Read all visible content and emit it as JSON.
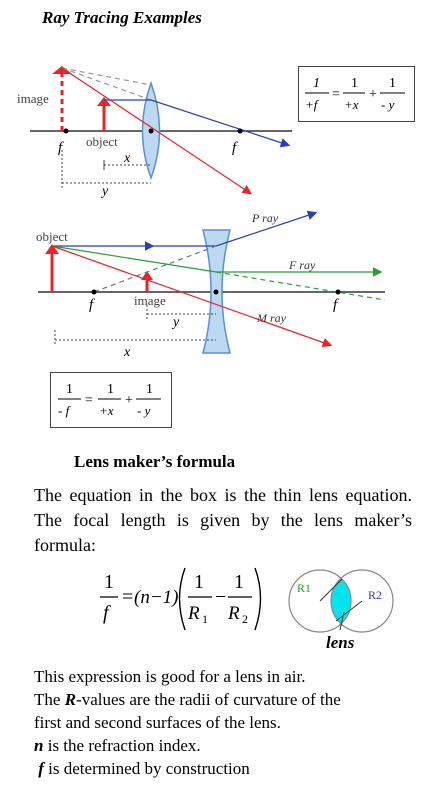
{
  "title": "Ray Tracing Examples",
  "diagram1": {
    "image_label": "image",
    "object_label": "object",
    "f_left": "f",
    "f_right": "f",
    "x_label": "x",
    "y_label": "y"
  },
  "formula1": {
    "lhs_num": "1",
    "lhs_den": "+f",
    "eq": "=",
    "t1_num": "1",
    "t1_den": "+x",
    "plus": "+",
    "t2_num": "1",
    "t2_den": "- y"
  },
  "diagram2": {
    "object_label": "object",
    "image_label": "image",
    "p_ray_label": "P ray",
    "f_ray_label": "F ray",
    "m_ray_label": "M ray",
    "f_left": "f",
    "f_right": "f",
    "y_label": "y",
    "x_label": "x"
  },
  "formula2": {
    "lhs_num": "1",
    "lhs_den": "- f",
    "eq": "=",
    "t1_num": "1",
    "t1_den": "+x",
    "plus": "+",
    "t2_num": "1",
    "t2_den": "- y"
  },
  "lens_maker": {
    "heading": "Lens maker’s formula",
    "paragraph": "The equation in the box is the thin lens equation. The focal length is given by the lens maker’s formula:",
    "formula": {
      "lhs_num": "1",
      "lhs_den": "f",
      "eq": "=",
      "n_term": "(n−1)",
      "r1_num": "1",
      "r1_den": "R",
      "r1_sub": "1",
      "minus": "−",
      "r2_num": "1",
      "r2_den": "R",
      "r2_sub": "2"
    },
    "circles": {
      "r1_label": "R1",
      "r2_label": "R2",
      "lens_label": "lens"
    }
  },
  "explanation": {
    "line1": "This expression is good for a lens in air.",
    "line2_bold": "R",
    "line2_rest": "-values are the radii of curvature of the",
    "line2_prefix": "The ",
    "line3": "first and second surfaces of the lens.",
    "line4_bold": "n",
    "line4_rest": " is the refraction index.",
    "line5_bold": "f",
    "line5_rest": " is determined by construction"
  },
  "colors": {
    "red": "#e8242a",
    "blue": "#2b3fb8",
    "green": "#2a9d3a",
    "lens_fill": "#bcd9f2",
    "lens_stroke": "#5a8fd0",
    "cyan": "#00e5f0"
  }
}
